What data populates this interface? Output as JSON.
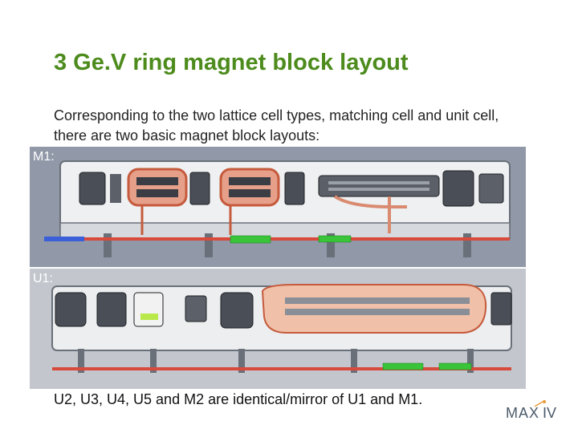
{
  "slide": {
    "title": "3 Ge.V ring magnet block layout",
    "intro": "Corresponding to the two lattice cell types, matching cell and unit cell, there are two basic magnet block layouts:",
    "footer_note": "U2, U3, U4, U5 and M2 are identical/mirror of U1 and M1."
  },
  "panels": {
    "m1_label": "M1:",
    "u1_label": "U1:"
  },
  "logo": {
    "name": "MAX IV logo",
    "lettering": "MAX IV"
  },
  "colors": {
    "title": "#4c8b1c",
    "copper": "#d9826a",
    "beam_red": "#d84a3c",
    "green_block": "#39c43a",
    "blue_pipe": "#3b5fd8"
  }
}
